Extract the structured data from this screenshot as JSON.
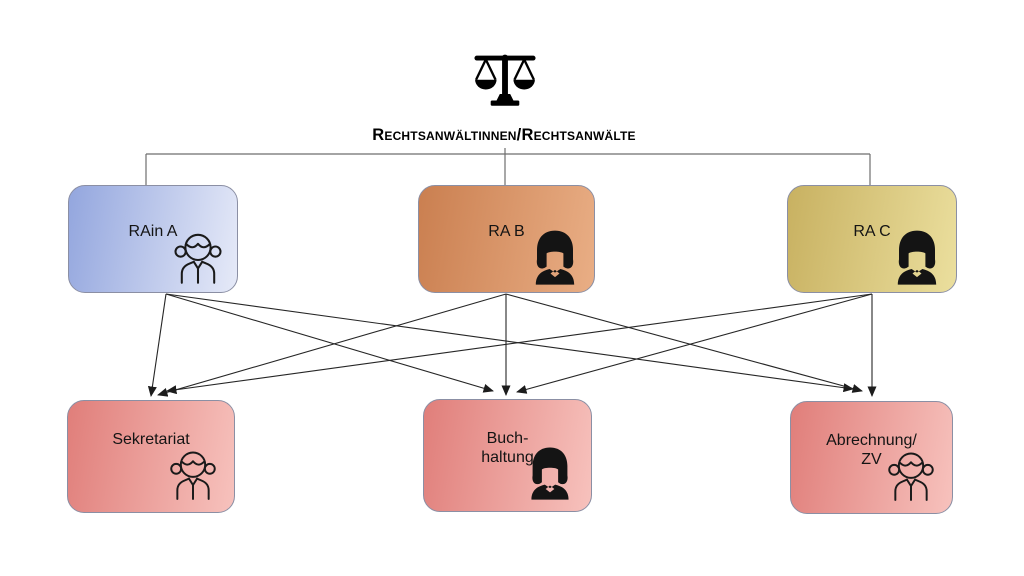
{
  "diagram": {
    "header_icon": "scales-of-justice-icon",
    "title": "Rechtsanwältinnen/Rechtsanwälte",
    "border_color": "#8b8fa4",
    "top_row": [
      {
        "label": "RAin A",
        "icon": "woman-pigtails-outline-icon",
        "color_from": "#93a6de",
        "color_to": "#e6eaf8"
      },
      {
        "label": "RA B",
        "icon": "woman-silhouette-icon",
        "color_from": "#ca7f50",
        "color_to": "#e9ae85"
      },
      {
        "label": "RA C",
        "icon": "woman-silhouette-icon",
        "color_from": "#c8b161",
        "color_to": "#ebdf9e"
      }
    ],
    "bottom_row": [
      {
        "line1": "Sekretariat",
        "line2": "",
        "icon": "woman-pigtails-outline-icon",
        "color_from": "#e07e7a",
        "color_to": "#f7c2bd"
      },
      {
        "line1": "Buch-",
        "line2": "haltung",
        "icon": "woman-silhouette-icon",
        "color_from": "#e07e7a",
        "color_to": "#f7c2bd"
      },
      {
        "line1": "Abrechnung/",
        "line2": "ZV",
        "icon": "woman-pigtails-outline-icon",
        "color_from": "#e07e7a",
        "color_to": "#f7c2bd"
      }
    ],
    "connections": {
      "hierarchy": [
        {
          "from": "Rechtsanwältinnen/Rechtsanwälte",
          "to": "RAin A"
        },
        {
          "from": "Rechtsanwältinnen/Rechtsanwälte",
          "to": "RA B"
        },
        {
          "from": "Rechtsanwältinnen/Rechtsanwälte",
          "to": "RA C"
        }
      ],
      "arrows": [
        {
          "from": "RAin A",
          "to": "Sekretariat"
        },
        {
          "from": "RAin A",
          "to": "Buchhaltung"
        },
        {
          "from": "RAin A",
          "to": "Abrechnung/ZV"
        },
        {
          "from": "RA B",
          "to": "Sekretariat"
        },
        {
          "from": "RA B",
          "to": "Buchhaltung"
        },
        {
          "from": "RA B",
          "to": "Abrechnung/ZV"
        },
        {
          "from": "RA C",
          "to": "Sekretariat"
        },
        {
          "from": "RA C",
          "to": "Buchhaltung"
        },
        {
          "from": "RA C",
          "to": "Abrechnung/ZV"
        }
      ]
    }
  }
}
